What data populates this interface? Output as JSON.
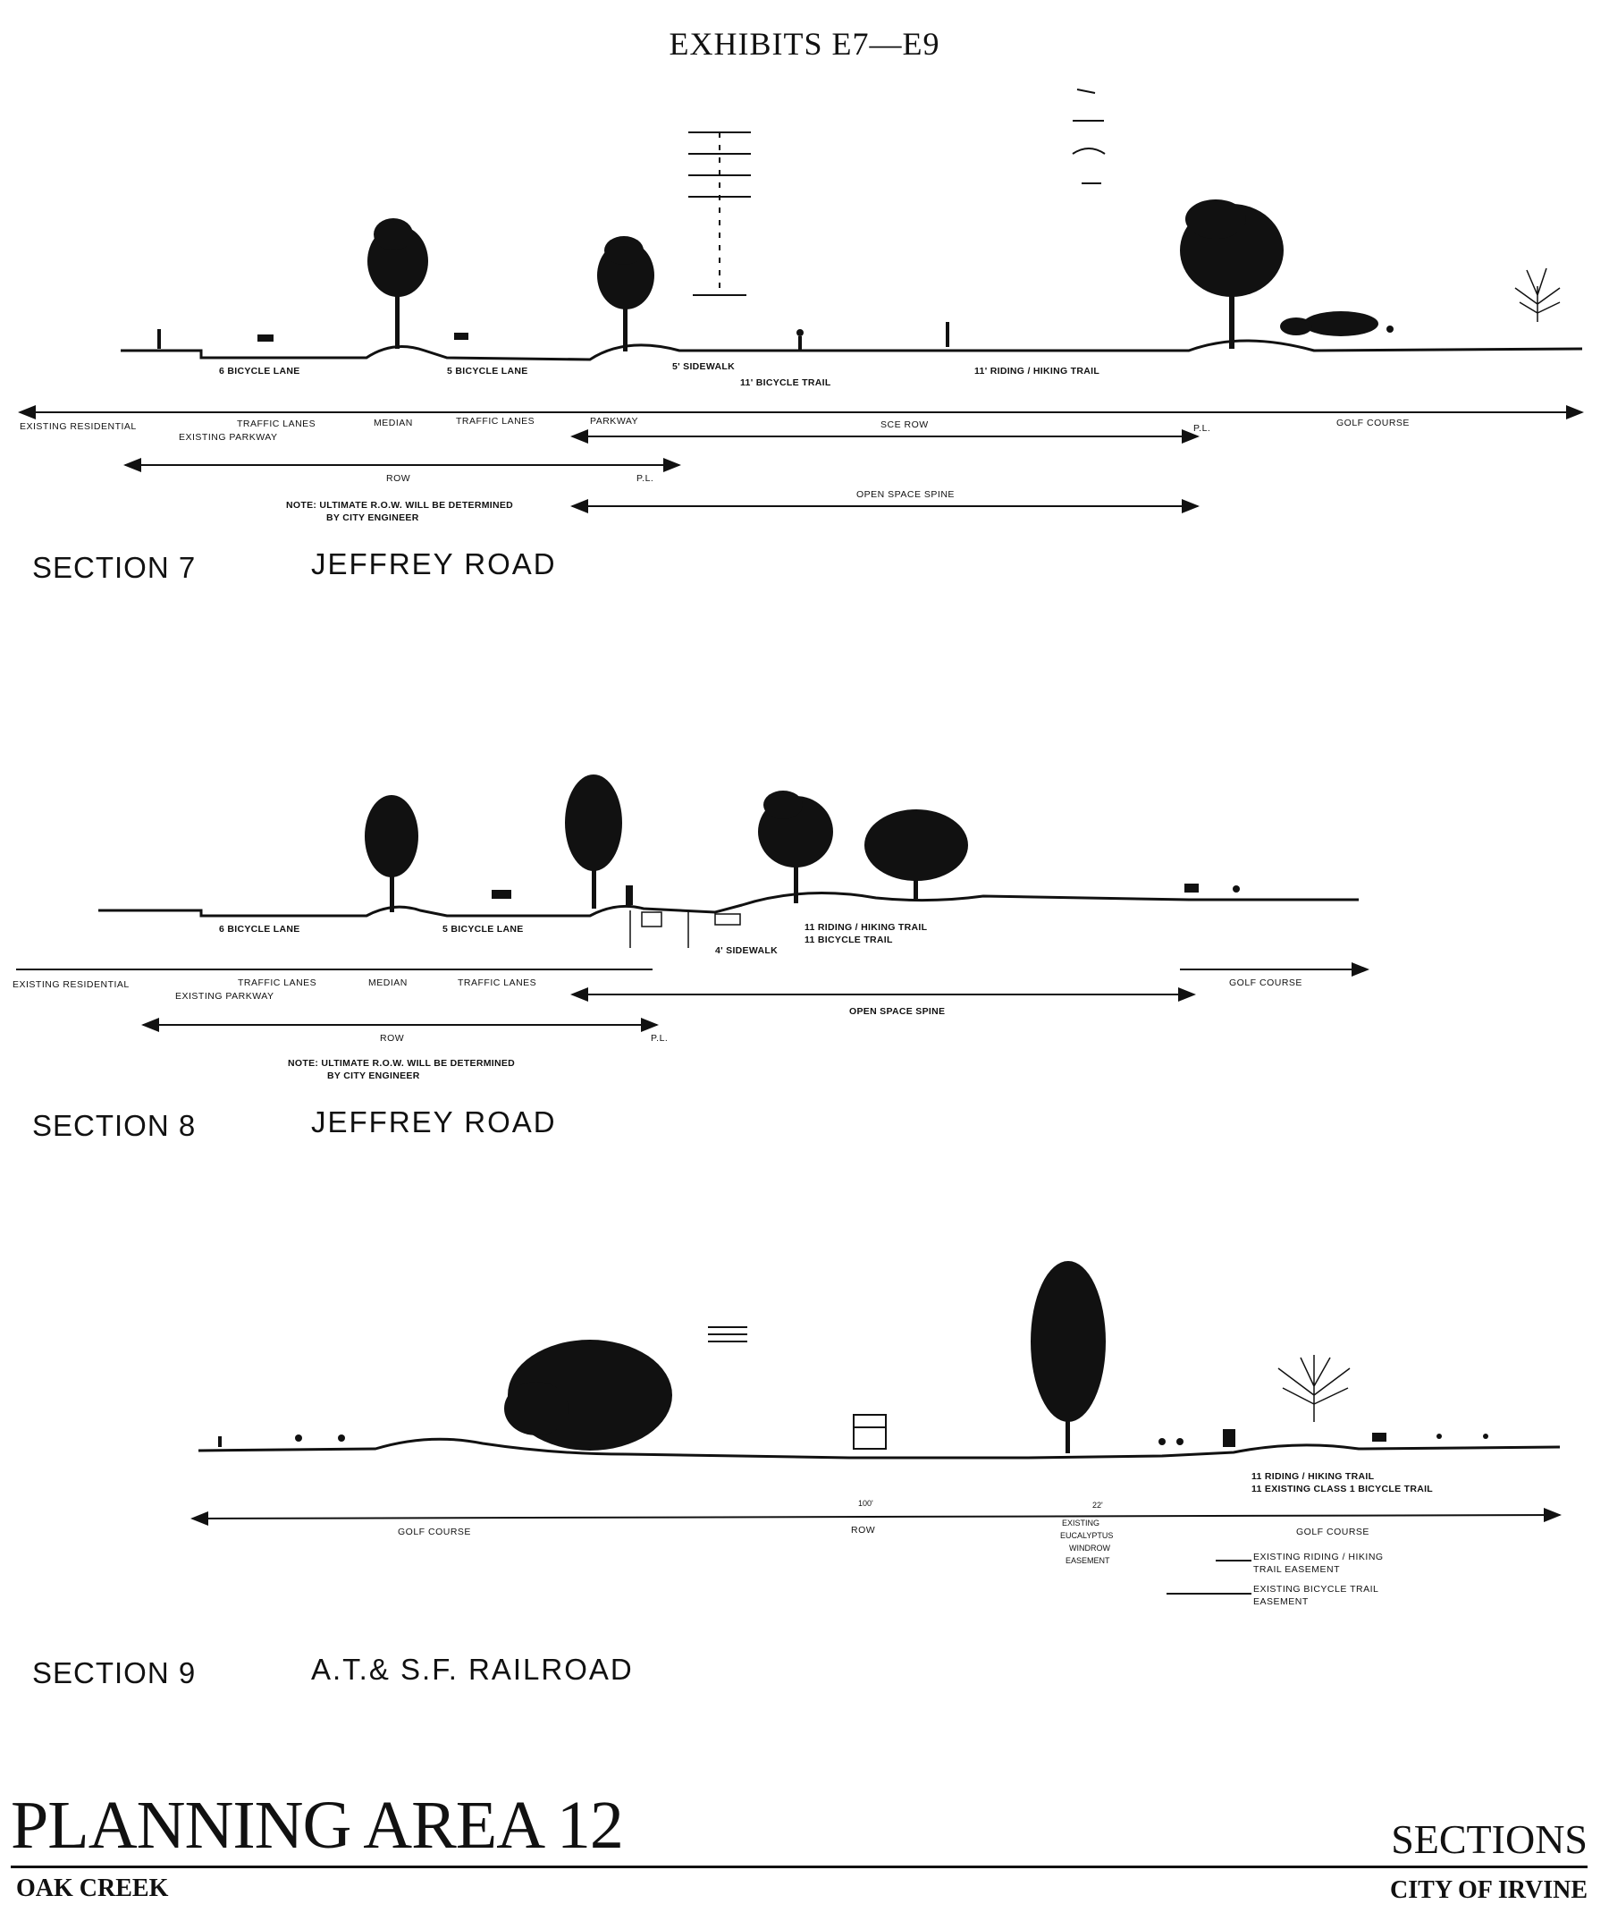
{
  "header": {
    "title": "EXHIBITS E7—E9"
  },
  "sections": [
    {
      "label": "SECTION 7",
      "name": "JEFFREY ROAD",
      "labels": {
        "bike1": "6 BICYCLE LANE",
        "bike2": "5 BICYCLE LANE",
        "sidewalk": "5' SIDEWALK",
        "bikeTrail": "11' BICYCLE TRAIL",
        "riding": "11' RIDING / HIKING TRAIL",
        "existingRes": "EXISTING RESIDENTIAL",
        "traffic1": "TRAFFIC LANES",
        "existingPark": "EXISTING PARKWAY",
        "median": "MEDIAN",
        "traffic2": "TRAFFIC LANES",
        "parkway": "PARKWAY",
        "sceRow": "SCE ROW",
        "pl1": "P.L.",
        "golf": "GOLF COURSE",
        "row": "ROW",
        "pl2": "P.L.",
        "note1": "NOTE: ULTIMATE R.O.W. WILL BE DETERMINED",
        "note2": "BY CITY ENGINEER",
        "openSpace": "OPEN SPACE SPINE"
      }
    },
    {
      "label": "SECTION 8",
      "name": "JEFFREY ROAD",
      "labels": {
        "bike1": "6 BICYCLE LANE",
        "bike2": "5 BICYCLE LANE",
        "riding": "11 RIDING / HIKING TRAIL",
        "bikeTrail": "11 BICYCLE TRAIL",
        "sidewalk": "4' SIDEWALK",
        "existingRes": "EXISTING RESIDENTIAL",
        "traffic1": "TRAFFIC LANES",
        "existingPark": "EXISTING PARKWAY",
        "median": "MEDIAN",
        "traffic2": "TRAFFIC LANES",
        "golf": "GOLF COURSE",
        "openSpace": "OPEN SPACE SPINE",
        "row": "ROW",
        "pl": "P.L.",
        "note1": "NOTE: ULTIMATE R.O.W. WILL BE DETERMINED",
        "note2": "BY CITY ENGINEER"
      }
    },
    {
      "label": "SECTION 9",
      "name": "A.T.& S.F. RAILROAD",
      "labels": {
        "riding": "11 RIDING / HIKING TRAIL",
        "existingBike": "11 EXISTING CLASS 1 BICYCLE TRAIL",
        "dim100": "100'",
        "dim22": "22'",
        "golf1": "GOLF COURSE",
        "row": "ROW",
        "euc1": "EXISTING",
        "euc2": "EUCALYPTUS",
        "euc3": "WINDROW",
        "euc4": "EASEMENT",
        "golf2": "GOLF COURSE",
        "ease1a": "EXISTING RIDING / HIKING",
        "ease1b": "TRAIL EASEMENT",
        "ease2a": "EXISTING BICYCLE TRAIL",
        "ease2b": "EASEMENT"
      }
    }
  ],
  "footer": {
    "title": "PLANNING AREA 12",
    "subtitle": "OAK CREEK",
    "right_title": "SECTIONS",
    "right_subtitle": "CITY OF IRVINE"
  }
}
